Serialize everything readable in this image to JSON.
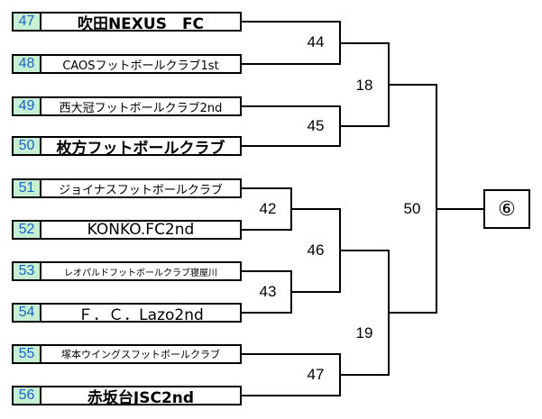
{
  "teams": [
    {
      "seed": "47",
      "name": "吹田NEXUS　FC"
    },
    {
      "seed": "48",
      "name": "CAOSフットボールクラブ1st"
    },
    {
      "seed": "49",
      "name": "西大冠フットボールクラブ2nd"
    },
    {
      "seed": "50",
      "name": "枚方フットボールクラブ"
    },
    {
      "seed": "51",
      "name": "ジョイナスフットボールクラブ"
    },
    {
      "seed": "52",
      "name": "KONKO.FC2nd"
    },
    {
      "seed": "53",
      "name": "レオパルドフットボールクラブ寝屋川"
    },
    {
      "seed": "54",
      "name": "Ｆ．Ｃ．Lazo2nd"
    },
    {
      "seed": "55",
      "name": "塚本ウイングスフットボールクラブ"
    },
    {
      "seed": "56",
      "name": "赤坂台JSC2nd"
    }
  ],
  "matches": {
    "m42": "42",
    "m43": "43",
    "m44": "44",
    "m45": "45",
    "m46": "46",
    "m47": "47",
    "m18": "18",
    "m19": "19",
    "m50": "50"
  },
  "final_label": "⑥"
}
